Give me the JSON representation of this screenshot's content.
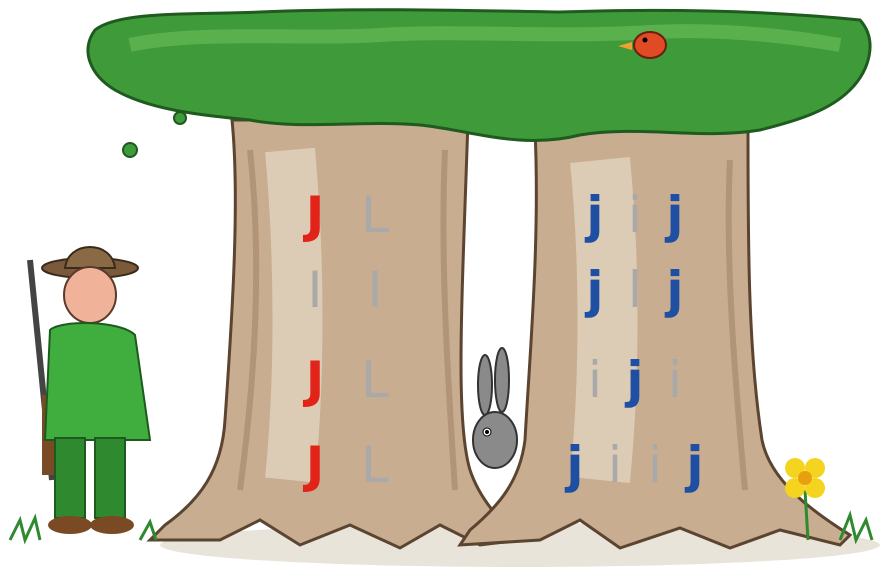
{
  "colors": {
    "target_left": "#e2231a",
    "target_right": "#1f4fa3",
    "distractor": "#a9a9a9",
    "foliage": "#3f9a3a",
    "trunk": "#c9b092"
  },
  "left_tree": {
    "rows": [
      [
        {
          "char": "J",
          "tone": "red"
        },
        {
          "char": "L",
          "tone": "gray"
        }
      ],
      [
        {
          "char": "I",
          "tone": "gray"
        },
        {
          "char": "I",
          "tone": "gray"
        }
      ],
      [
        {
          "char": "J",
          "tone": "red"
        },
        {
          "char": "L",
          "tone": "gray"
        }
      ],
      [
        {
          "char": "J",
          "tone": "red"
        },
        {
          "char": "L",
          "tone": "gray"
        }
      ]
    ]
  },
  "right_tree": {
    "rows": [
      [
        {
          "char": "j",
          "tone": "blue"
        },
        {
          "char": "i",
          "tone": "gray"
        },
        {
          "char": "j",
          "tone": "blue"
        }
      ],
      [
        {
          "char": "j",
          "tone": "blue"
        },
        {
          "char": "l",
          "tone": "gray"
        },
        {
          "char": "j",
          "tone": "blue"
        }
      ],
      [
        {
          "char": "i",
          "tone": "gray"
        },
        {
          "char": "j",
          "tone": "blue"
        },
        {
          "char": "i",
          "tone": "gray"
        }
      ],
      [
        {
          "char": "j",
          "tone": "blue"
        },
        {
          "char": "i",
          "tone": "gray"
        },
        {
          "char": "i",
          "tone": "gray"
        },
        {
          "char": "j",
          "tone": "blue"
        }
      ]
    ]
  },
  "figures": [
    "hunter",
    "rabbit",
    "bird",
    "flower"
  ]
}
